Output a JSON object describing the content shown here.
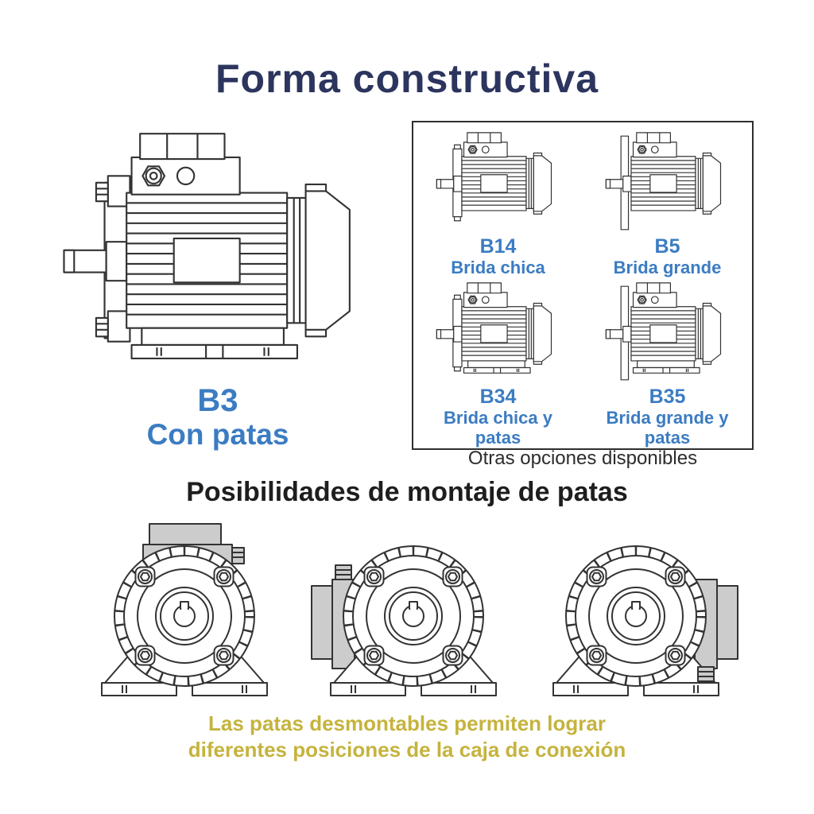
{
  "title": "Forma constructiva",
  "main_motor": {
    "code": "B3",
    "label": "Con patas"
  },
  "options_box": {
    "items": [
      {
        "code": "B14",
        "label": "Brida chica"
      },
      {
        "code": "B5",
        "label": "Brida grande"
      },
      {
        "code": "B34",
        "label": "Brida chica y patas"
      },
      {
        "code": "B35",
        "label": "Brida grande y patas"
      }
    ],
    "footer": "Otras opciones disponibles"
  },
  "feet_section": {
    "heading": "Posibilidades de montaje de patas",
    "note_line1": "Las patas desmontables permiten lograr",
    "note_line2": "diferentes posiciones de la caja de conexión"
  },
  "colors": {
    "title_navy": "#2c355e",
    "label_blue": "#3b7cc2",
    "note_yellow": "#c5b33e",
    "line_art": "#333333",
    "terminal_box_gray": "#cccccc"
  }
}
